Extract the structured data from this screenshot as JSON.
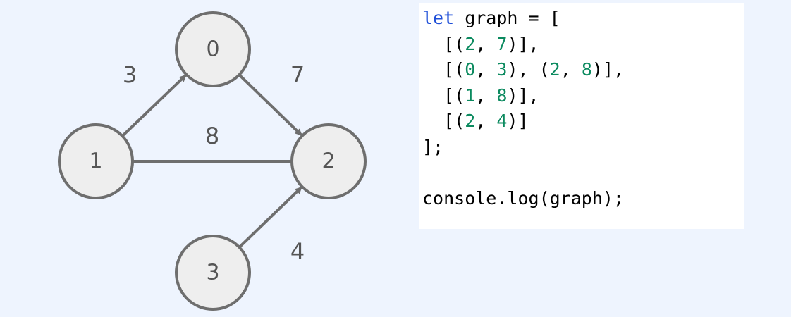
{
  "colors": {
    "background": "#eef4fe",
    "node_fill": "#eeeeee",
    "node_stroke": "#6e6e6e",
    "edge": "#6e6e6e",
    "text": "#555555",
    "code_keyword": "#1f4fd8",
    "code_number": "#0b8a5f",
    "code_panel_bg": "#ffffff"
  },
  "graph": {
    "nodes": [
      {
        "id": "0",
        "label": "0"
      },
      {
        "id": "1",
        "label": "1"
      },
      {
        "id": "2",
        "label": "2"
      },
      {
        "id": "3",
        "label": "3"
      }
    ],
    "edges": [
      {
        "from": "1",
        "to": "0",
        "weight": "3",
        "directed": true
      },
      {
        "from": "0",
        "to": "2",
        "weight": "7",
        "directed": true
      },
      {
        "from": "1",
        "to": "2",
        "weight": "8",
        "directed": false
      },
      {
        "from": "3",
        "to": "2",
        "weight": "4",
        "directed": true
      }
    ]
  },
  "code": {
    "lines": [
      [
        {
          "t": "let",
          "k": "kw"
        },
        {
          "t": " graph = [",
          "k": "plain"
        }
      ],
      [
        {
          "t": "  [(",
          "k": "plain"
        },
        {
          "t": "2",
          "k": "num"
        },
        {
          "t": ", ",
          "k": "plain"
        },
        {
          "t": "7",
          "k": "num"
        },
        {
          "t": ")],",
          "k": "plain"
        }
      ],
      [
        {
          "t": "  [(",
          "k": "plain"
        },
        {
          "t": "0",
          "k": "num"
        },
        {
          "t": ", ",
          "k": "plain"
        },
        {
          "t": "3",
          "k": "num"
        },
        {
          "t": "), (",
          "k": "plain"
        },
        {
          "t": "2",
          "k": "num"
        },
        {
          "t": ", ",
          "k": "plain"
        },
        {
          "t": "8",
          "k": "num"
        },
        {
          "t": ")],",
          "k": "plain"
        }
      ],
      [
        {
          "t": "  [(",
          "k": "plain"
        },
        {
          "t": "1",
          "k": "num"
        },
        {
          "t": ", ",
          "k": "plain"
        },
        {
          "t": "8",
          "k": "num"
        },
        {
          "t": ")],",
          "k": "plain"
        }
      ],
      [
        {
          "t": "  [(",
          "k": "plain"
        },
        {
          "t": "2",
          "k": "num"
        },
        {
          "t": ", ",
          "k": "plain"
        },
        {
          "t": "4",
          "k": "num"
        },
        {
          "t": ")]",
          "k": "plain"
        }
      ],
      [
        {
          "t": "];",
          "k": "plain"
        }
      ],
      [
        {
          "t": "",
          "k": "plain"
        }
      ],
      [
        {
          "t": "console.log(graph);",
          "k": "plain"
        }
      ]
    ]
  }
}
